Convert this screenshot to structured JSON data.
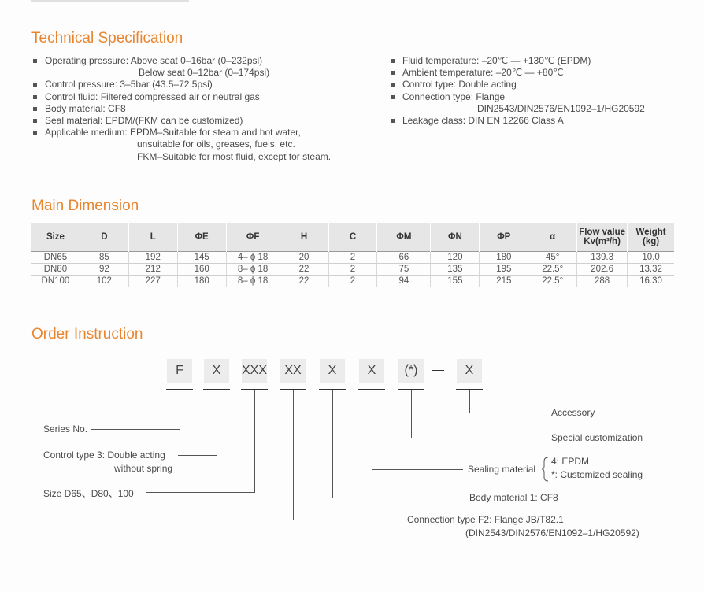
{
  "sections": {
    "tech_spec": "Technical Specification",
    "main_dimension": "Main Dimension",
    "order_instruction": "Order Instruction"
  },
  "tech_spec": {
    "left": [
      {
        "text": "Operating pressure: Above seat 0–16bar (0–232psi)",
        "cont": [
          "Below seat 0–12bar (0–174psi)"
        ]
      },
      {
        "text": "Control pressure: 3–5bar (43.5–72.5psi)",
        "cont": []
      },
      {
        "text": "Control fluid: Filtered compressed air or neutral gas",
        "cont": []
      },
      {
        "text": "Body material: CF8",
        "cont": []
      },
      {
        "text": "Seal material: EPDM/(FKM can be customized)",
        "cont": []
      },
      {
        "text": "Applicable medium: EPDM–Suitable for steam and hot water,",
        "cont": [
          "unsuitable for oils, greases, fuels, etc.",
          "FKM–Suitable for most fluid, except for steam."
        ]
      }
    ],
    "right": [
      {
        "text": "Fluid temperature: –20℃ — +130℃ (EPDM)",
        "cont": []
      },
      {
        "text": "Ambient temperature: –20℃ — +80℃",
        "cont": []
      },
      {
        "text": "Control type: Double acting",
        "cont": []
      },
      {
        "text": "Connection type: Flange",
        "cont": [
          "DIN2543/DIN2576/EN1092–1/HG20592"
        ]
      },
      {
        "text": "Leakage class: DIN EN 12266 Class A",
        "cont": []
      }
    ]
  },
  "dimension_table": {
    "headers": [
      "Size",
      "D",
      "L",
      "ΦE",
      "ΦF",
      "H",
      "C",
      "ΦM",
      "ΦN",
      "ΦP",
      "α",
      "Flow value",
      "Weight"
    ],
    "header_sub": {
      "flow": "Kv(m³/h)",
      "weight": "(kg)"
    },
    "rows": [
      [
        "DN65",
        "85",
        "192",
        "145",
        "4– ϕ 18",
        "20",
        "2",
        "66",
        "120",
        "180",
        "45°",
        "139.3",
        "10.0"
      ],
      [
        "DN80",
        "92",
        "212",
        "160",
        "8– ϕ 18",
        "22",
        "2",
        "75",
        "135",
        "195",
        "22.5°",
        "202.6",
        "13.32"
      ],
      [
        "DN100",
        "102",
        "227",
        "180",
        "8– ϕ 18",
        "22",
        "2",
        "94",
        "155",
        "215",
        "22.5°",
        "288",
        "16.30"
      ]
    ]
  },
  "order": {
    "codes": [
      "F",
      "X",
      "XXX",
      "XX",
      "X",
      "X",
      "(*)",
      "X"
    ],
    "labels": {
      "series": "Series No.",
      "control_type_a": "Control type  3: Double acting",
      "control_type_b": "without spring",
      "size": "Size  D65、D80、100",
      "accessory": "Accessory",
      "special": "Special customization",
      "sealing": "Sealing material",
      "sealing_opt1": "4: EPDM",
      "sealing_opt2": "*:  Customized sealing",
      "body": "Body material  1: CF8",
      "connection_a": "Connection type  F2: Flange JB/T82.1",
      "connection_b": "(DIN2543/DIN2576/EN1092–1/HG20592)"
    }
  }
}
